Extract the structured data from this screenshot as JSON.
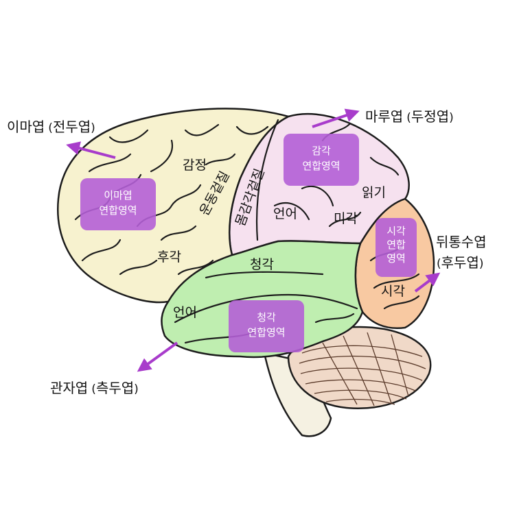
{
  "colors": {
    "frontal": "#f7f2cf",
    "parietal": "#f6e1ef",
    "temporal": "#bfeeb0",
    "occipital": "#f8c9a2",
    "cerebellum": "#f0d9c8",
    "stem": "#f5f1e2",
    "box": "#b45fd6",
    "arrow": "#a83ccb"
  },
  "lobes": {
    "frontal": {
      "name": "이마엽",
      "alt": "전두엽"
    },
    "parietal": {
      "name": "마루엽",
      "alt": "두정엽"
    },
    "occipital": {
      "name": "뒤통수엽",
      "alt": "후두엽"
    },
    "temporal": {
      "name": "관자엽",
      "alt": "측두엽"
    }
  },
  "regions": {
    "emotion": "감정",
    "smell": "후각",
    "motor_cortex": "운동겉질",
    "somatosensory_cortex": "몸감각겉질",
    "language_parietal": "언어",
    "taste": "미각",
    "reading": "읽기",
    "hearing": "청각",
    "language_temporal": "언어",
    "vision": "시각"
  },
  "association_areas": {
    "frontal": [
      "이마엽",
      "연합영역"
    ],
    "sensory": [
      "감각",
      "연합영역"
    ],
    "visual": [
      "시각",
      "연합",
      "영역"
    ],
    "auditory": [
      "청각",
      "연합영역"
    ]
  }
}
